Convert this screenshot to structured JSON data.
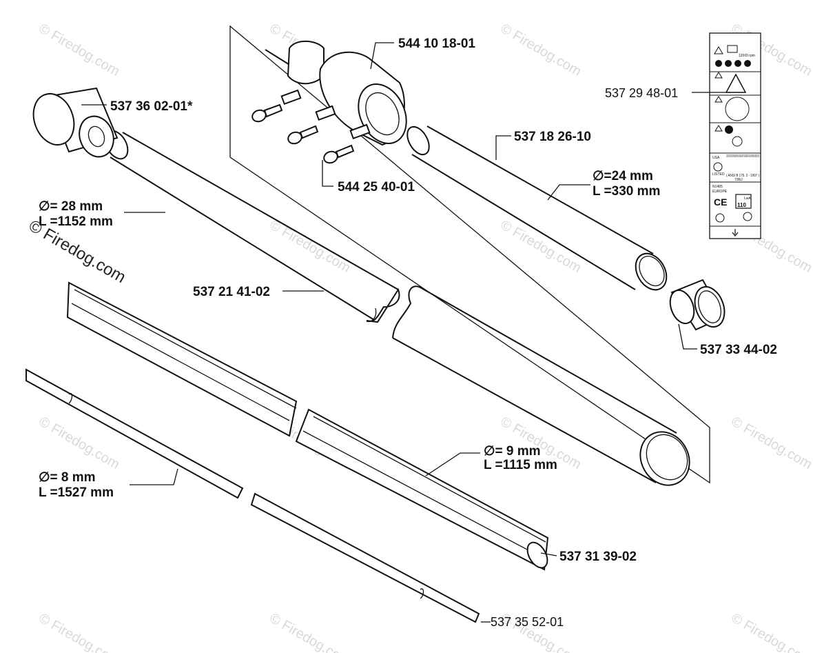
{
  "watermark": {
    "brand_text": "© Firedog.com",
    "brand_text_large": "© Firedog.com"
  },
  "parts": {
    "p1": "544 10 18-01",
    "p2": "537 36 02-01*",
    "p3": "537 29 48-01",
    "p4": "537 18 26-10",
    "p5": "544 25 40-01",
    "p6": "537 21 41-02",
    "p7": "537 33 44-02",
    "p8": "537 31 39-02",
    "p9": "537 35 52-01"
  },
  "dims": {
    "tube_outer": {
      "dia": "∅=   28 mm",
      "len": "L =1152 mm"
    },
    "tube_short": {
      "dia": "∅=24 mm",
      "len": "L =330 mm"
    },
    "liner": {
      "dia": "∅= 9 mm",
      "len": "L =1115 mm"
    },
    "shaft": {
      "dia": "∅=    8 mm",
      "len": "L =1527 mm"
    }
  },
  "decal": {
    "rpm": "12000 rpm",
    "usa": "USA",
    "cert_text": "LISTED IN ACCORDANCE WITH AMERICAN NATIONAL STANDARD SAFETY REQUIREMENTS FOR LAWN TRIMMERS AND BRUSHCUTTERS",
    "listed": "LISTED",
    "standard": "( ANSI B 175. 3 - 1997 )",
    "code": "73RJ",
    "europe": "EUROPE",
    "nr": "N1485",
    "ce": "CE",
    "sound": "110",
    "lwa": "LwA"
  }
}
